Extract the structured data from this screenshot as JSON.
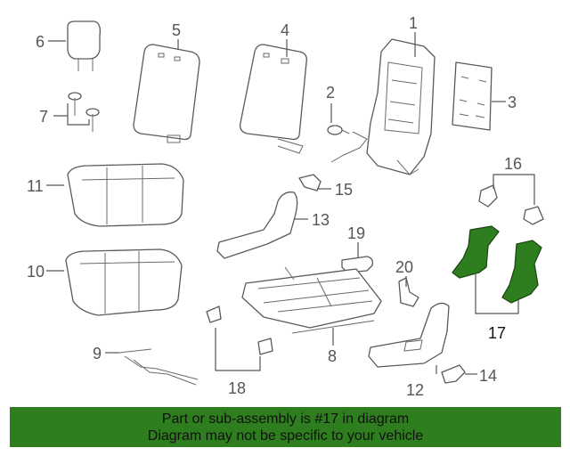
{
  "callouts": {
    "p1": "1",
    "p2": "2",
    "p3": "3",
    "p4": "4",
    "p5": "5",
    "p6": "6",
    "p7": "7",
    "p8": "8",
    "p9": "9",
    "p10": "10",
    "p11": "11",
    "p12": "12",
    "p13": "13",
    "p14": "14",
    "p15": "15",
    "p16": "16",
    "p17": "17",
    "p18": "18",
    "p19": "19",
    "p20": "20"
  },
  "highlight_part": "17",
  "banner": {
    "line1": "Part or sub-assembly is #17 in diagram",
    "line2": "Diagram may not be specific to your vehicle"
  },
  "colors": {
    "highlight": "#2e7d1e",
    "banner": "#2e7d1e",
    "line": "#5a5a5a"
  }
}
